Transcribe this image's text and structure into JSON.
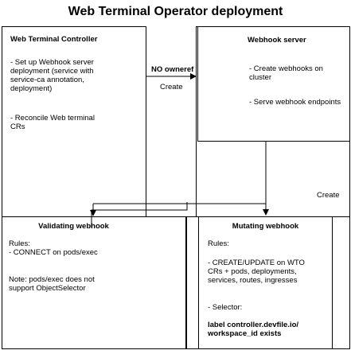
{
  "title": "Web Terminal Operator deployment",
  "controller": {
    "title": "Web Terminal Controller",
    "item1": "- Set up Webhook server\ndeployment (service with\nservice-ca annotation,\ndeployment)",
    "item2": "- Reconcile Web terminal\nCRs"
  },
  "webhook_server": {
    "title": "Webhook server",
    "item1": "- Create webhooks on\ncluster",
    "item2": "- Serve webhook endpoints"
  },
  "arrow_labels": {
    "no_owneref": "NO owneref",
    "create_top": "Create",
    "create_right": "Create"
  },
  "validating": {
    "title": "Validating webhook",
    "rules": "Rules:\n- CONNECT on pods/exec",
    "note": "Note: pods/exec does not\nsupport ObjectSelector"
  },
  "mutating": {
    "title": "Mutating webhook",
    "rules": "Rules:",
    "rule1": "- CREATE/UPDATE on WTO\nCRs + pods, deployments,\nservices, routes, ingresses",
    "selector_label": "- Selector:",
    "selector_value": "label controller.devfile.io/\nworkspace_id exists"
  }
}
